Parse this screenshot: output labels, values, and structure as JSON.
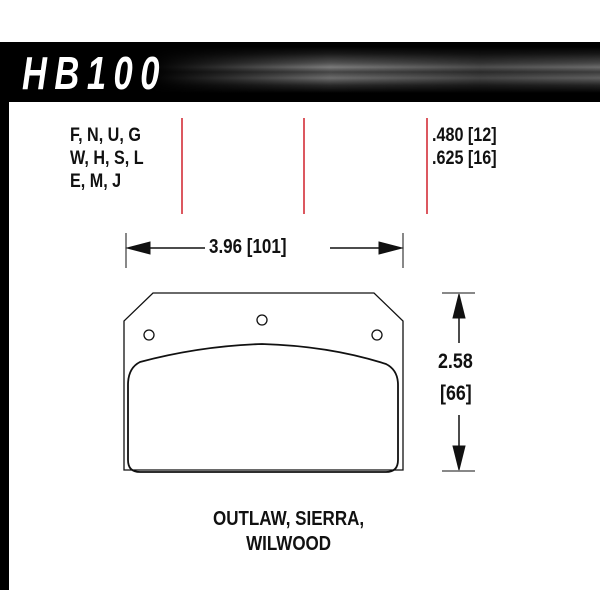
{
  "header": {
    "part_number": "HB100"
  },
  "compounds": [
    "F, N, U, G",
    "W, H, S, L",
    "E, M, J"
  ],
  "thicknesses": [
    ".480 [12]",
    ".625 [16]"
  ],
  "width_dimension": "3.96 [101]",
  "height_dimension": {
    "inches": "2.58",
    "mm": "[66]"
  },
  "applications": [
    "OUTLAW, SIERRA,",
    "WILWOOD"
  ],
  "colors": {
    "divider": "#d0202a",
    "ink": "#111111"
  }
}
